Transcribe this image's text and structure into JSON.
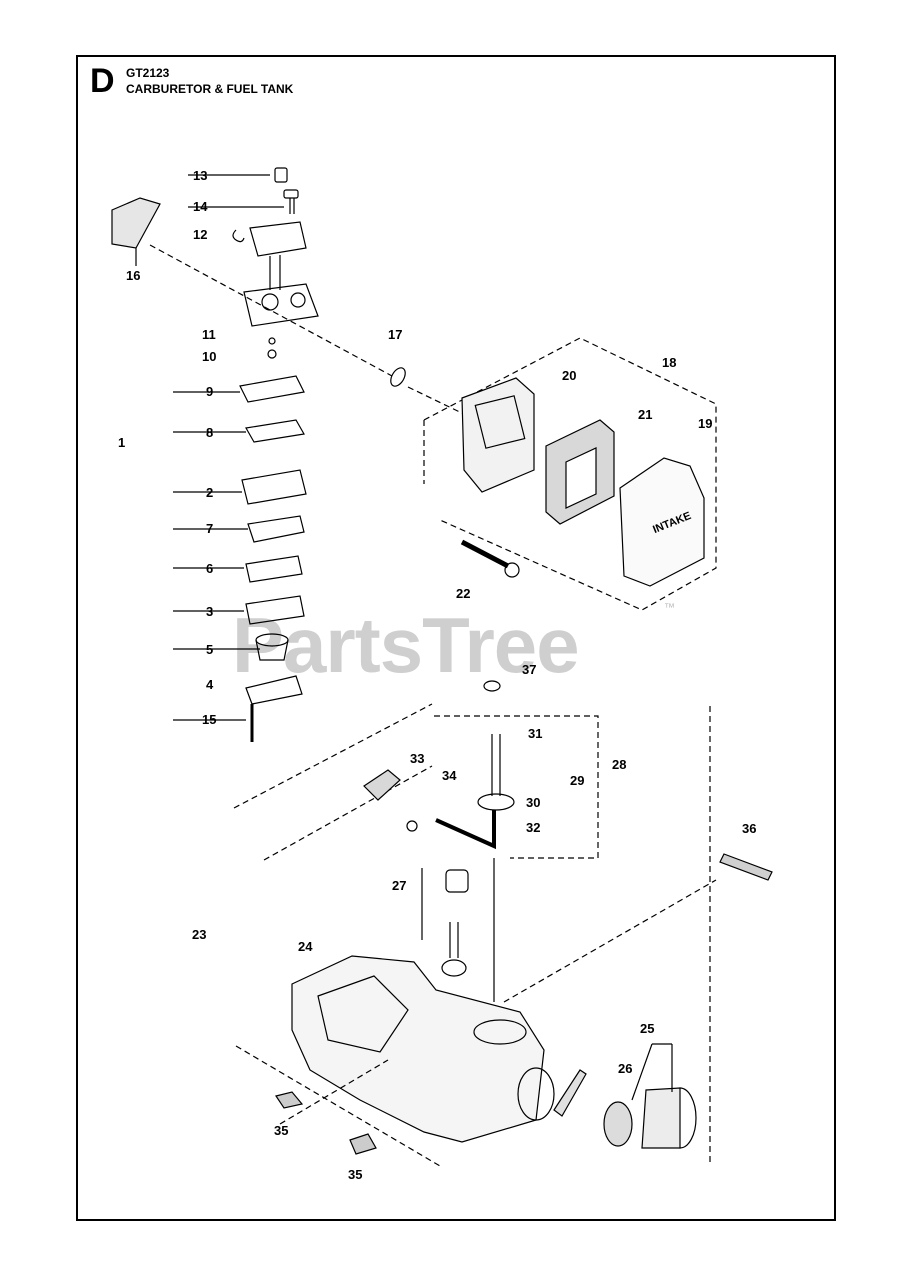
{
  "header": {
    "section": "D",
    "model": "GT2123",
    "title": "CARBURETOR & FUEL TANK"
  },
  "callouts": [
    "13",
    "14",
    "12",
    "16",
    "11",
    "17",
    "10",
    "9",
    "8",
    "1",
    "2",
    "7",
    "6",
    "3",
    "5",
    "4",
    "15",
    "20",
    "18",
    "21",
    "19",
    "22",
    "37",
    "31",
    "33",
    "34",
    "29",
    "28",
    "30",
    "32",
    "36",
    "27",
    "23",
    "24",
    "25",
    "26",
    "35",
    "35"
  ],
  "part_labels": {
    "intake": "INTAKE"
  },
  "watermark": {
    "text": "PartsTree",
    "tm": "™"
  },
  "colors": {
    "line": "#000000",
    "watermark": "#cfcfcf"
  }
}
